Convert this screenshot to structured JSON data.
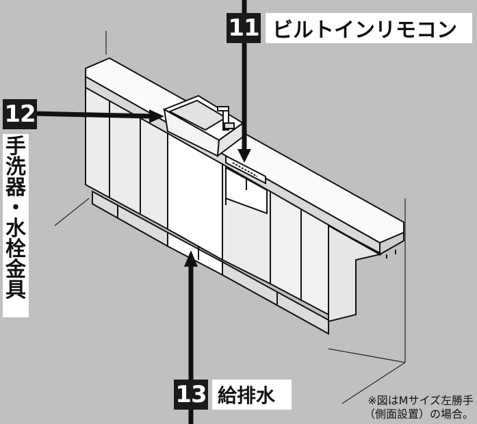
{
  "callouts": [
    {
      "number": "11",
      "label": "ビルトインリモコン"
    },
    {
      "number": "12",
      "label_chars": [
        "手",
        "洗",
        "器",
        "・",
        "水",
        "栓",
        "金",
        "具"
      ]
    },
    {
      "number": "13",
      "label": "給排水"
    }
  ],
  "note": {
    "line1": "※図はMサイズ左勝手",
    "line2": "（側面設置）の場合。"
  },
  "colors": {
    "background": "#c0c0c0",
    "badge": "#1a1a1a",
    "label_bg": "#ffffff",
    "line": "#111111"
  }
}
